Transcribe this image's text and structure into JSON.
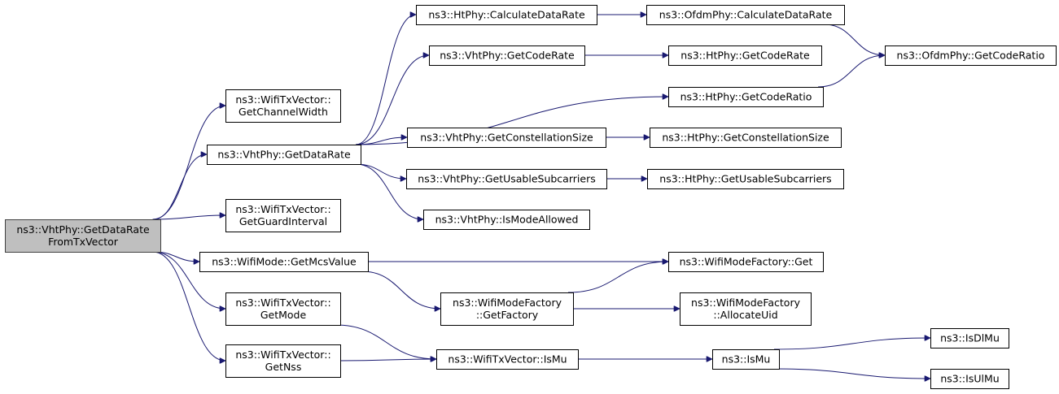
{
  "nodes": [
    {
      "id": "root",
      "lines": [
        "ns3::VhtPhy::GetDataRate",
        "FromTxVector"
      ],
      "root": true
    },
    {
      "id": "getChannelWidth",
      "lines": [
        "ns3::WifiTxVector::",
        "GetChannelWidth"
      ]
    },
    {
      "id": "vhtGetDataRate",
      "lines": [
        "ns3::VhtPhy::GetDataRate"
      ]
    },
    {
      "id": "getGuardInterval",
      "lines": [
        "ns3::WifiTxVector::",
        "GetGuardInterval"
      ]
    },
    {
      "id": "getMcsValue",
      "lines": [
        "ns3::WifiMode::GetMcsValue"
      ]
    },
    {
      "id": "getMode",
      "lines": [
        "ns3::WifiTxVector::",
        "GetMode"
      ]
    },
    {
      "id": "getNss",
      "lines": [
        "ns3::WifiTxVector::",
        "GetNss"
      ]
    },
    {
      "id": "htCalcDataRate",
      "lines": [
        "ns3::HtPhy::CalculateDataRate"
      ]
    },
    {
      "id": "vhtGetCodeRate",
      "lines": [
        "ns3::VhtPhy::GetCodeRate"
      ]
    },
    {
      "id": "htGetCodeRatio",
      "lines": [
        "ns3::HtPhy::GetCodeRatio"
      ]
    },
    {
      "id": "vhtGetConstSize",
      "lines": [
        "ns3::VhtPhy::GetConstellationSize"
      ]
    },
    {
      "id": "vhtGetUsableSub",
      "lines": [
        "ns3::VhtPhy::GetUsableSubcarriers"
      ]
    },
    {
      "id": "vhtIsModeAllowed",
      "lines": [
        "ns3::VhtPhy::IsModeAllowed"
      ]
    },
    {
      "id": "ofdmCalcDataRate",
      "lines": [
        "ns3::OfdmPhy::CalculateDataRate"
      ]
    },
    {
      "id": "htGetCodeRate",
      "lines": [
        "ns3::HtPhy::GetCodeRate"
      ]
    },
    {
      "id": "ofdmGetCodeRatio",
      "lines": [
        "ns3::OfdmPhy::GetCodeRatio"
      ]
    },
    {
      "id": "htGetConstSize",
      "lines": [
        "ns3::HtPhy::GetConstellationSize"
      ]
    },
    {
      "id": "htGetUsableSub",
      "lines": [
        "ns3::HtPhy::GetUsableSubcarriers"
      ]
    },
    {
      "id": "wmfGet",
      "lines": [
        "ns3::WifiModeFactory::Get"
      ]
    },
    {
      "id": "wmfGetFactory",
      "lines": [
        "ns3::WifiModeFactory",
        "::GetFactory"
      ]
    },
    {
      "id": "wmfAllocateUid",
      "lines": [
        "ns3::WifiModeFactory",
        "::AllocateUid"
      ]
    },
    {
      "id": "txIsMu",
      "lines": [
        "ns3::WifiTxVector::IsMu"
      ]
    },
    {
      "id": "isMu",
      "lines": [
        "ns3::IsMu"
      ]
    },
    {
      "id": "isDlMu",
      "lines": [
        "ns3::IsDlMu"
      ]
    },
    {
      "id": "isUlMu",
      "lines": [
        "ns3::IsUlMu"
      ]
    }
  ],
  "edges": [
    {
      "from": "root",
      "to": "getChannelWidth"
    },
    {
      "from": "root",
      "to": "vhtGetDataRate"
    },
    {
      "from": "root",
      "to": "getGuardInterval"
    },
    {
      "from": "root",
      "to": "getMcsValue"
    },
    {
      "from": "root",
      "to": "getMode"
    },
    {
      "from": "root",
      "to": "getNss"
    },
    {
      "from": "vhtGetDataRate",
      "to": "htCalcDataRate"
    },
    {
      "from": "vhtGetDataRate",
      "to": "vhtGetCodeRate"
    },
    {
      "from": "vhtGetDataRate",
      "to": "htGetCodeRatio"
    },
    {
      "from": "vhtGetDataRate",
      "to": "vhtGetConstSize"
    },
    {
      "from": "vhtGetDataRate",
      "to": "vhtGetUsableSub"
    },
    {
      "from": "vhtGetDataRate",
      "to": "vhtIsModeAllowed"
    },
    {
      "from": "htCalcDataRate",
      "to": "ofdmCalcDataRate"
    },
    {
      "from": "ofdmCalcDataRate",
      "to": "ofdmGetCodeRatio"
    },
    {
      "from": "vhtGetCodeRate",
      "to": "htGetCodeRate"
    },
    {
      "from": "htGetCodeRatio",
      "to": "ofdmGetCodeRatio"
    },
    {
      "from": "vhtGetConstSize",
      "to": "htGetConstSize"
    },
    {
      "from": "vhtGetUsableSub",
      "to": "htGetUsableSub"
    },
    {
      "from": "getMcsValue",
      "to": "wmfGet"
    },
    {
      "from": "getMcsValue",
      "to": "wmfGetFactory"
    },
    {
      "from": "wmfGetFactory",
      "to": "wmfGet"
    },
    {
      "from": "wmfGetFactory",
      "to": "wmfAllocateUid"
    },
    {
      "from": "getMode",
      "to": "txIsMu"
    },
    {
      "from": "getNss",
      "to": "txIsMu"
    },
    {
      "from": "txIsMu",
      "to": "isMu"
    },
    {
      "from": "isMu",
      "to": "isDlMu"
    },
    {
      "from": "isMu",
      "to": "isUlMu"
    }
  ]
}
